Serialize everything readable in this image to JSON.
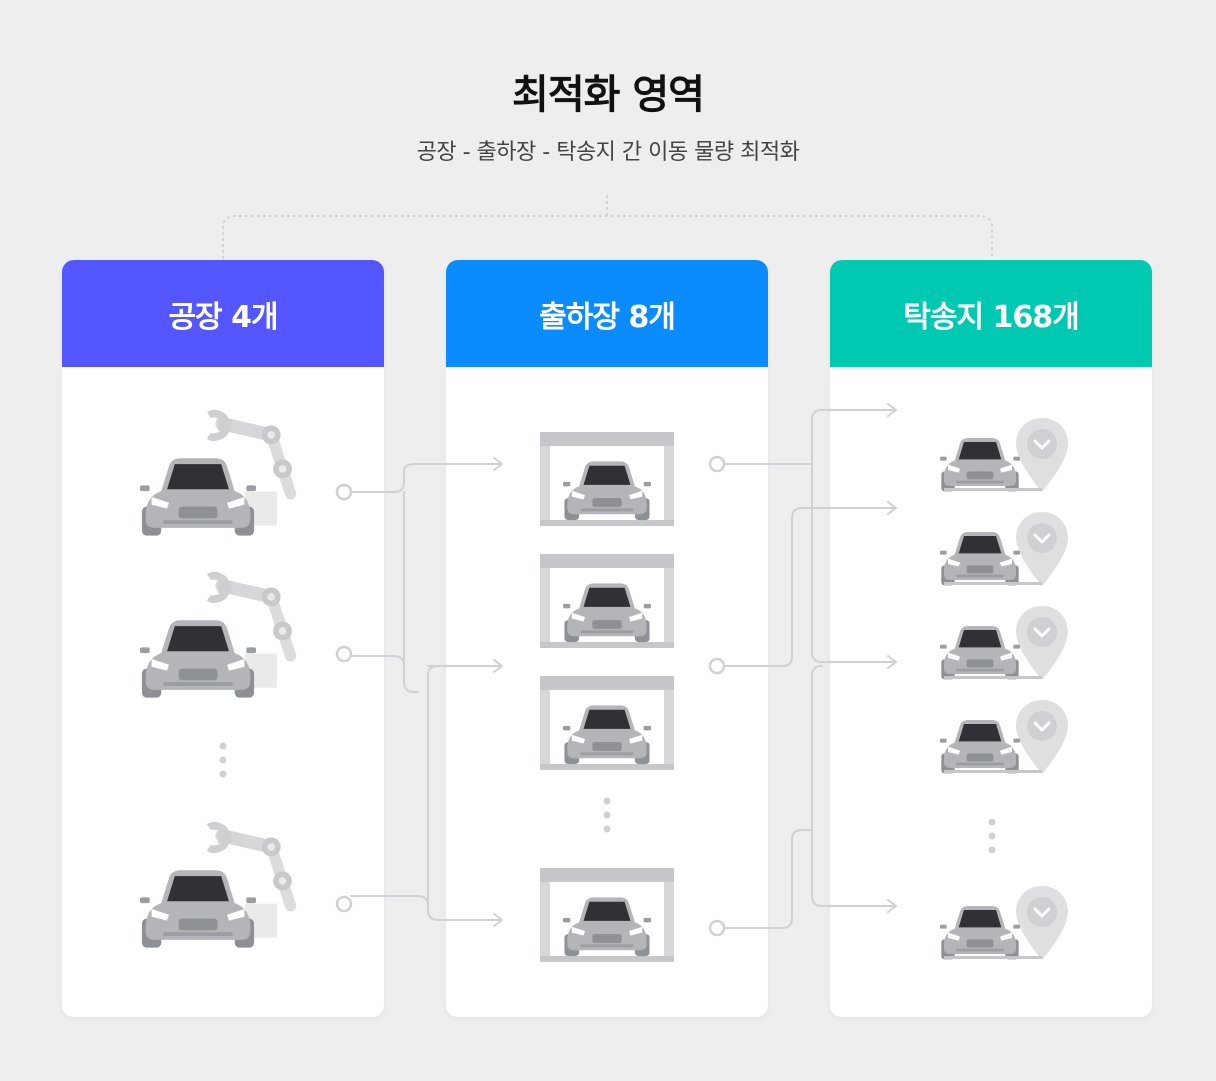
{
  "title": "최적화 영역",
  "subtitle": "공장 - 출하장 - 탁송지 간 이동 물량 최적화",
  "columns": [
    {
      "label": "공장 4개",
      "color": "#5456ff"
    },
    {
      "label": "출하장 8개",
      "color": "#0a8cff"
    },
    {
      "label": "탁송지 168개",
      "color": "#00c9b1"
    }
  ],
  "colors": {
    "background": "#eeeeef",
    "connector": "#cfd1d4",
    "car_body": "#b3b5b9",
    "car_glass": "#2f3136",
    "pin": "#dedfe1"
  },
  "icons": {
    "factory": "car-robot-arm-icon",
    "warehouse": "car-garage-icon",
    "destination": "car-location-pin-icon"
  }
}
